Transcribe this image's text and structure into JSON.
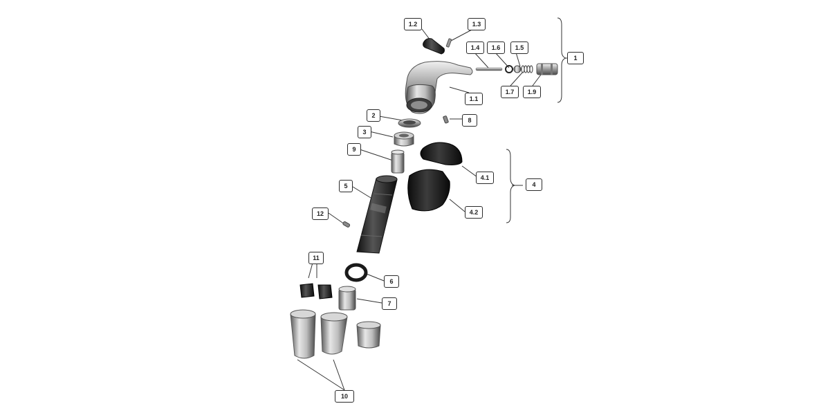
{
  "labels": {
    "l1": "1",
    "l1_1": "1.1",
    "l1_2": "1.2",
    "l1_3": "1.3",
    "l1_4": "1.4",
    "l1_5": "1.5",
    "l1_6": "1.6",
    "l1_7": "1.7",
    "l1_9": "1.9",
    "l2": "2",
    "l3": "3",
    "l4": "4",
    "l4_1": "4.1",
    "l4_2": "4.2",
    "l5": "5",
    "l6": "6",
    "l7": "7",
    "l8": "8",
    "l9": "9",
    "l10": "10",
    "l11": "11",
    "l12": "12"
  },
  "colors": {
    "background": "#ffffff",
    "leader_line": "#333333",
    "metal_light": "#d9d9d9",
    "metal_dark": "#6e6e6e",
    "rubber_black": "#1e1e1e"
  }
}
